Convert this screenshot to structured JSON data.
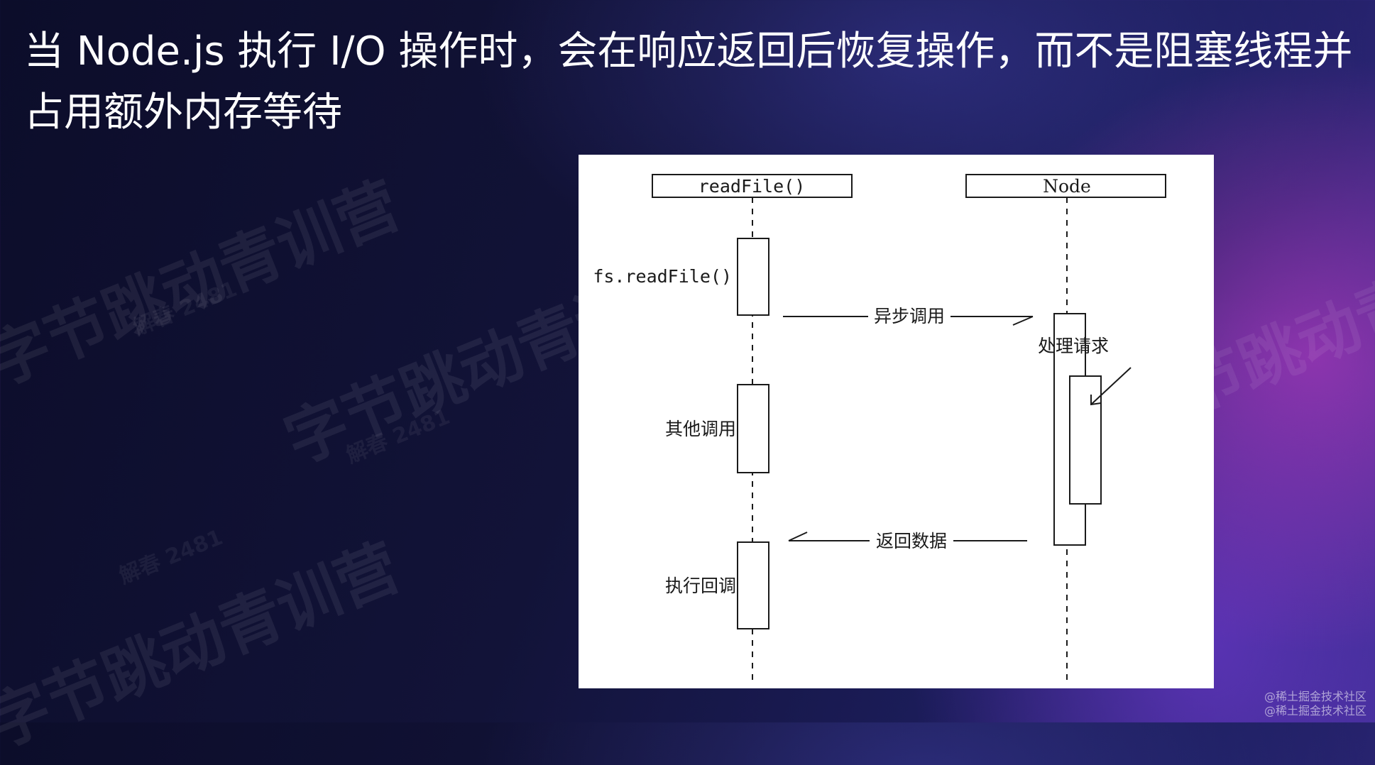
{
  "title": "当 Node.js 执行 I/O 操作时，会在响应返回后恢复操作，而不是阻塞线程并占用额外内存等待",
  "watermark": {
    "main": "字节跳动青训营",
    "id": "解春 2481"
  },
  "diagram": {
    "lifeline_left": "readFile()",
    "lifeline_right": "Node",
    "left_call": "fs.readFile()",
    "async_call": "异步调用",
    "process_request": "处理请求",
    "other_calls": "其他调用",
    "return_data": "返回数据",
    "run_callback": "执行回调"
  },
  "credit": {
    "line1": "@稀土掘金技术社区",
    "line2": "@稀土掘金技术社区"
  }
}
